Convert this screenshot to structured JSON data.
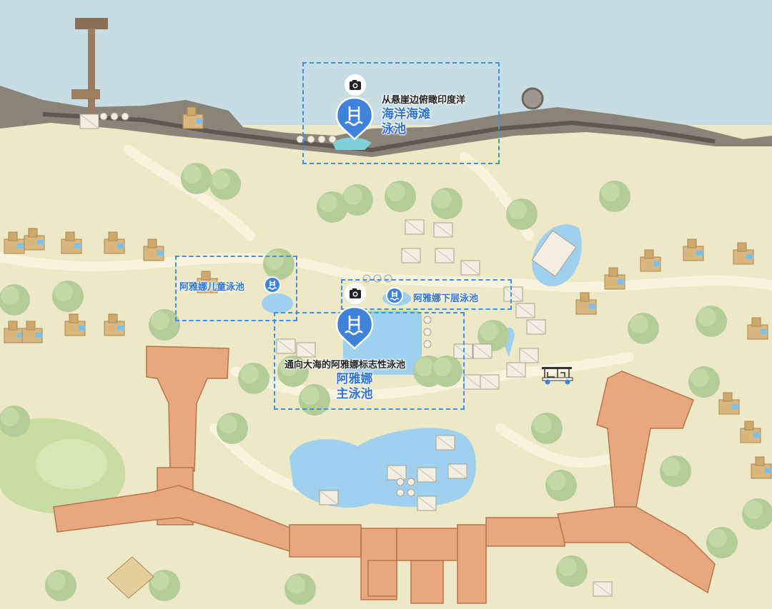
{
  "map": {
    "colors": {
      "sea": "#c8dde3",
      "land": "#ede8c6",
      "path": "#f7f3dd",
      "lawn": "#c9dca2",
      "tree": "#b3cc98",
      "roof": "#e9a77f",
      "pool": "#9fd1ef",
      "accent": "#3e82d9"
    }
  },
  "pools": {
    "ocean": {
      "name_line1": "海洋海滩",
      "name_line2": "泳池",
      "caption": "从悬崖边俯瞰印度洋",
      "icon": "pool-icon",
      "photo_icon": "camera-icon"
    },
    "kids": {
      "name": "阿雅娜儿童泳池",
      "icon": "pool-icon"
    },
    "lower": {
      "name": "阿雅娜下层泳池",
      "icon": "pool-icon",
      "photo_icon": "camera-icon"
    },
    "main": {
      "name_line1": "阿雅娜",
      "name_line2": "主泳池",
      "caption": "通向大海的阿雅娜标志性泳池",
      "icon": "pool-icon",
      "photo_icon": "camera-icon"
    }
  },
  "transport": {
    "icon": "golf-cart-icon"
  }
}
